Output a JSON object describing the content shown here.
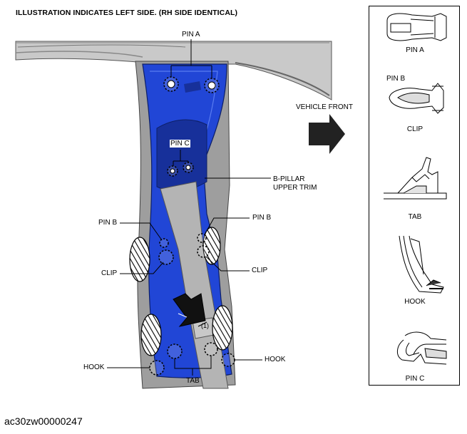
{
  "title": "ILLUSTRATION INDICATES LEFT SIDE. (RH SIDE IDENTICAL)",
  "labels": {
    "pin_a": "PIN A",
    "pin_b_left": "PIN B",
    "pin_b_right": "PIN B",
    "pin_c": "PIN C",
    "clip_left": "CLIP",
    "clip_right": "CLIP",
    "hook_left": "HOOK",
    "hook_right": "HOOK",
    "tab": "TAB",
    "step": "(1)",
    "b_pillar_line1": "B-PILLAR",
    "b_pillar_line2": "UPPER TRIM",
    "vehicle_front": "VEHICLE FRONT"
  },
  "legend": {
    "pin_a": "PIN A",
    "pin_b": "PIN B",
    "clip": "CLIP",
    "tab": "TAB",
    "hook": "HOOK",
    "pin_c": "PIN C"
  },
  "caption": "ac30zw00000247",
  "colors": {
    "trim_blue": "#2146d6",
    "trim_dark": "#17309a",
    "body_gray": "#a9a9a9",
    "belt_gray": "#b4b4b4"
  }
}
